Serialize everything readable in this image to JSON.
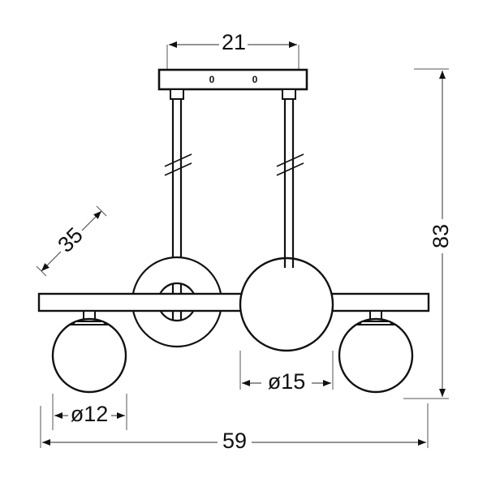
{
  "drawing": {
    "type": "technical-dimension-drawing",
    "subject": "pendant lamp with four glass globes on horizontal bar",
    "units_note": "",
    "line_color": "#111111",
    "dim_line_color": "#555555",
    "background_color": "#ffffff"
  },
  "dimensions": {
    "canopy_width": {
      "label": "21",
      "orientation": "horizontal",
      "position": "top"
    },
    "total_height": {
      "label": "83",
      "orientation": "vertical",
      "position": "right"
    },
    "depth": {
      "label": "35",
      "orientation": "diagonal",
      "position": "upper-left"
    },
    "small_globe_diameter": {
      "label": "ø12",
      "orientation": "horizontal",
      "position": "bottom-left"
    },
    "large_globe_diameter": {
      "label": "ø15",
      "orientation": "horizontal",
      "position": "bottom-center"
    },
    "total_width": {
      "label": "59",
      "orientation": "horizontal",
      "position": "bottom"
    }
  },
  "canopy": {
    "mounting_holes": [
      {
        "label": "0"
      },
      {
        "label": "0"
      }
    ]
  },
  "parts": {
    "canopy_plate": "ceiling-canopy",
    "suspension_rods": 2,
    "break_symbols": 2,
    "horizontal_bar": "cross-bar",
    "globes": [
      {
        "name": "globe-outer-left",
        "size": "small"
      },
      {
        "name": "globe-inner-left",
        "size": "large"
      },
      {
        "name": "globe-inner-right",
        "size": "large"
      },
      {
        "name": "globe-outer-right",
        "size": "small"
      }
    ]
  }
}
